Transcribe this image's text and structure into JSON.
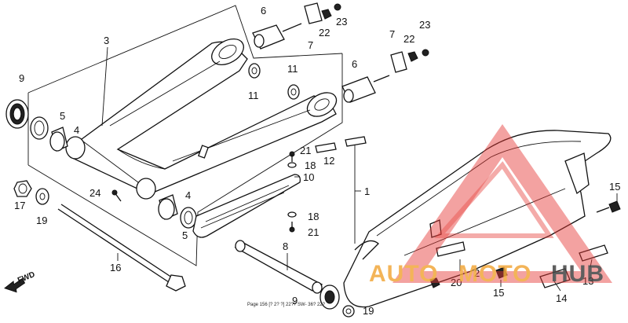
{
  "callouts": {
    "c1": "1",
    "c2": "2",
    "c3": "3",
    "c4a": "4",
    "c4b": "4",
    "c5a": "5",
    "c5b": "5",
    "c6a": "6",
    "c6b": "6",
    "c7a": "7",
    "c7b": "7",
    "c8": "8",
    "c9a": "9",
    "c9b": "9",
    "c10": "10",
    "c11a": "11",
    "c11b": "11",
    "c12": "12",
    "c13": "13",
    "c14": "14",
    "c15a": "15",
    "c15b": "15",
    "c16": "16",
    "c17": "17",
    "c18a": "18",
    "c18b": "18",
    "c19a": "19",
    "c19b": "19",
    "c20": "20",
    "c21a": "21",
    "c21b": "21",
    "c22a": "22",
    "c22b": "22",
    "c23a": "23",
    "c23b": "23",
    "c24": "24"
  },
  "direction_marker": "FWD",
  "footnote": "Page 156 [? 2? ?] 22?? SW- 36? 22?",
  "watermark": {
    "text_left": "AUTO",
    "text_right": "MOTO",
    "text_hub": "HUB",
    "color_red": "#e53935",
    "color_orange": "#f2a73b",
    "color_gray": "#444444"
  }
}
